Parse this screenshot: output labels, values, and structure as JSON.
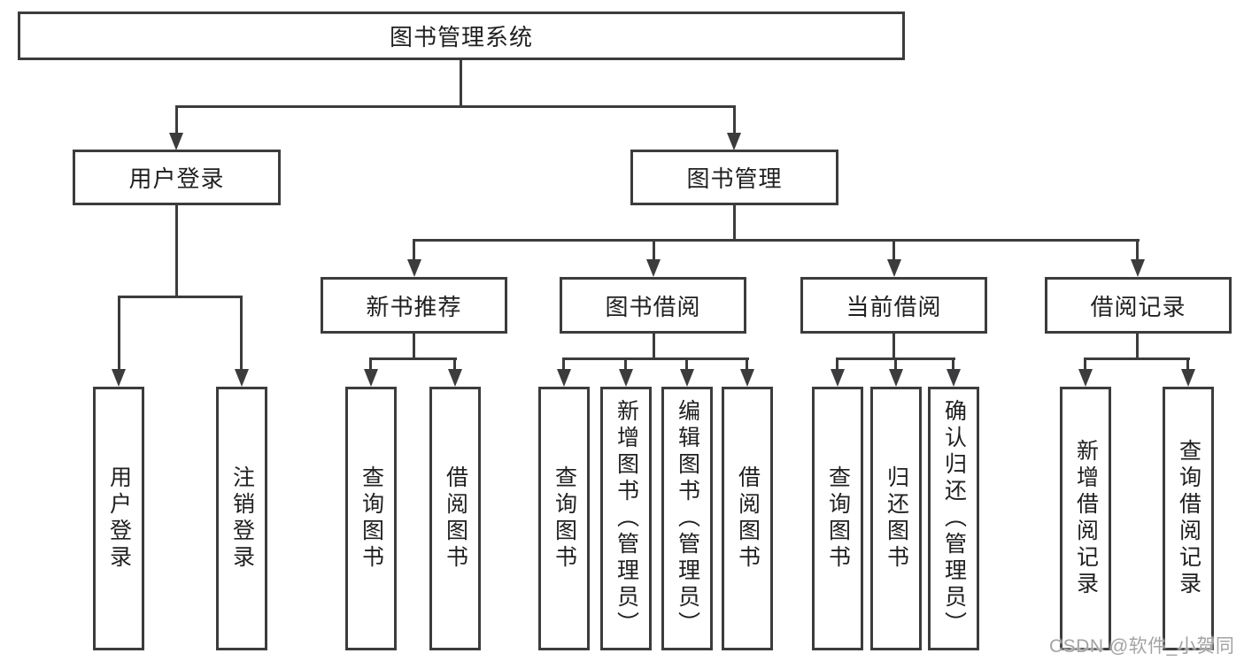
{
  "tree": {
    "root_label": "图书管理系统",
    "user_login": {
      "label": "用户登录",
      "children": [
        {
          "label": "用户登录"
        },
        {
          "label": "注销登录"
        }
      ]
    },
    "book_mgmt": {
      "label": "图书管理",
      "groups": [
        {
          "label": "新书推荐",
          "children": [
            {
              "label": "查询图书"
            },
            {
              "label": "借阅图书"
            }
          ]
        },
        {
          "label": "图书借阅",
          "children": [
            {
              "label": "查询图书"
            },
            {
              "label": "新增图书（管理员）"
            },
            {
              "label": "编辑图书（管理员）"
            },
            {
              "label": "借阅图书"
            }
          ]
        },
        {
          "label": "当前借阅",
          "children": [
            {
              "label": "查询图书"
            },
            {
              "label": "归还图书"
            },
            {
              "label": "确认归还（管理员）"
            }
          ]
        },
        {
          "label": "借阅记录",
          "children": [
            {
              "label": "新增借阅记录"
            },
            {
              "label": "查询借阅记录"
            }
          ]
        }
      ]
    }
  },
  "watermark": {
    "text": "CSDN @软件_小贺同学"
  },
  "colors": {
    "line": "#3c3c3e",
    "text": "#202022",
    "watermark": "#a3a3a3",
    "background": "#ffffff"
  }
}
